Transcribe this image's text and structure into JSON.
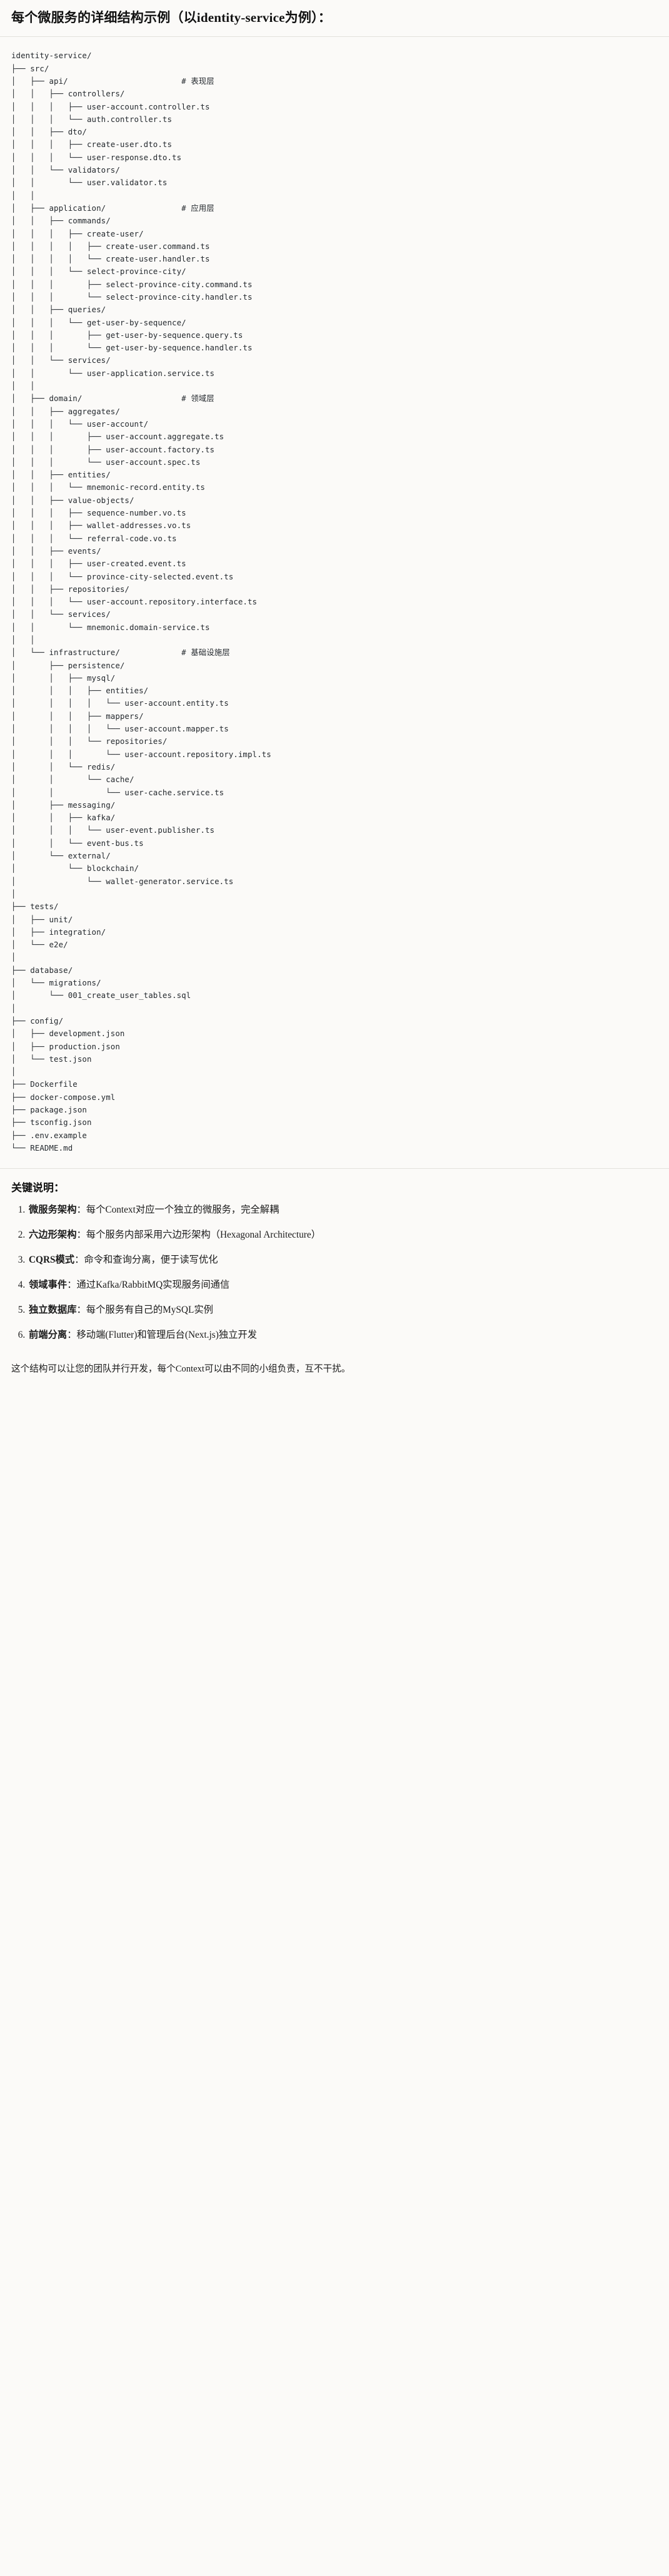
{
  "document": {
    "title": "每个微服务的详细结构示例（以identity-service为例）：",
    "tree_text": "identity-service/\n├── src/\n│   ├── api/                        # 表现层\n│   │   ├── controllers/\n│   │   │   ├── user-account.controller.ts\n│   │   │   └── auth.controller.ts\n│   │   ├── dto/\n│   │   │   ├── create-user.dto.ts\n│   │   │   └── user-response.dto.ts\n│   │   └── validators/\n│   │       └── user.validator.ts\n│   │\n│   ├── application/                # 应用层\n│   │   ├── commands/\n│   │   │   ├── create-user/\n│   │   │   │   ├── create-user.command.ts\n│   │   │   │   └── create-user.handler.ts\n│   │   │   └── select-province-city/\n│   │   │       ├── select-province-city.command.ts\n│   │   │       └── select-province-city.handler.ts\n│   │   ├── queries/\n│   │   │   └── get-user-by-sequence/\n│   │   │       ├── get-user-by-sequence.query.ts\n│   │   │       └── get-user-by-sequence.handler.ts\n│   │   └── services/\n│   │       └── user-application.service.ts\n│   │\n│   ├── domain/                     # 领域层\n│   │   ├── aggregates/\n│   │   │   └── user-account/\n│   │   │       ├── user-account.aggregate.ts\n│   │   │       ├── user-account.factory.ts\n│   │   │       └── user-account.spec.ts\n│   │   ├── entities/\n│   │   │   └── mnemonic-record.entity.ts\n│   │   ├── value-objects/\n│   │   │   ├── sequence-number.vo.ts\n│   │   │   ├── wallet-addresses.vo.ts\n│   │   │   └── referral-code.vo.ts\n│   │   ├── events/\n│   │   │   ├── user-created.event.ts\n│   │   │   └── province-city-selected.event.ts\n│   │   ├── repositories/\n│   │   │   └── user-account.repository.interface.ts\n│   │   └── services/\n│   │       └── mnemonic.domain-service.ts\n│   │\n│   └── infrastructure/             # 基础设施层\n│       ├── persistence/\n│       │   ├── mysql/\n│       │   │   ├── entities/\n│       │   │   │   └── user-account.entity.ts\n│       │   │   ├── mappers/\n│       │   │   │   └── user-account.mapper.ts\n│       │   │   └── repositories/\n│       │   │       └── user-account.repository.impl.ts\n│       │   └── redis/\n│       │       └── cache/\n│       │           └── user-cache.service.ts\n│       ├── messaging/\n│       │   ├── kafka/\n│       │   │   └── user-event.publisher.ts\n│       │   └── event-bus.ts\n│       └── external/\n│           └── blockchain/\n│               └── wallet-generator.service.ts\n│\n├── tests/\n│   ├── unit/\n│   ├── integration/\n│   └── e2e/\n│\n├── database/\n│   └── migrations/\n│       └── 001_create_user_tables.sql\n│\n├── config/\n│   ├── development.json\n│   ├── production.json\n│   └── test.json\n│\n├── Dockerfile\n├── docker-compose.yml\n├── package.json\n├── tsconfig.json\n├── .env.example\n└── README.md",
    "root": "identity-service/",
    "layer_comments": [
      "# 表现层",
      "# 应用层",
      "# 领域层",
      "# 基础设施层"
    ]
  },
  "notes": {
    "heading": "关键说明：",
    "items": [
      {
        "term": "微服务架构",
        "desc": "：每个Context对应一个独立的微服务，完全解耦"
      },
      {
        "term": "六边形架构",
        "desc": "：每个服务内部采用六边形架构（Hexagonal Architecture）"
      },
      {
        "term": "CQRS模式",
        "desc": "：命令和查询分离，便于读写优化"
      },
      {
        "term": "领域事件",
        "desc": "：通过Kafka/RabbitMQ实现服务间通信"
      },
      {
        "term": "独立数据库",
        "desc": "：每个服务有自己的MySQL实例"
      },
      {
        "term": "前端分离",
        "desc": "：移动端(Flutter)和管理后台(Next.js)独立开发"
      }
    ],
    "closing": "这个结构可以让您的团队并行开发，每个Context可以由不同的小组负责，互不干扰。"
  },
  "colors": {
    "background": "#fbfaf8",
    "text": "#1b1b1b",
    "code_text": "#24292e",
    "rule": "#e3e1dc"
  }
}
